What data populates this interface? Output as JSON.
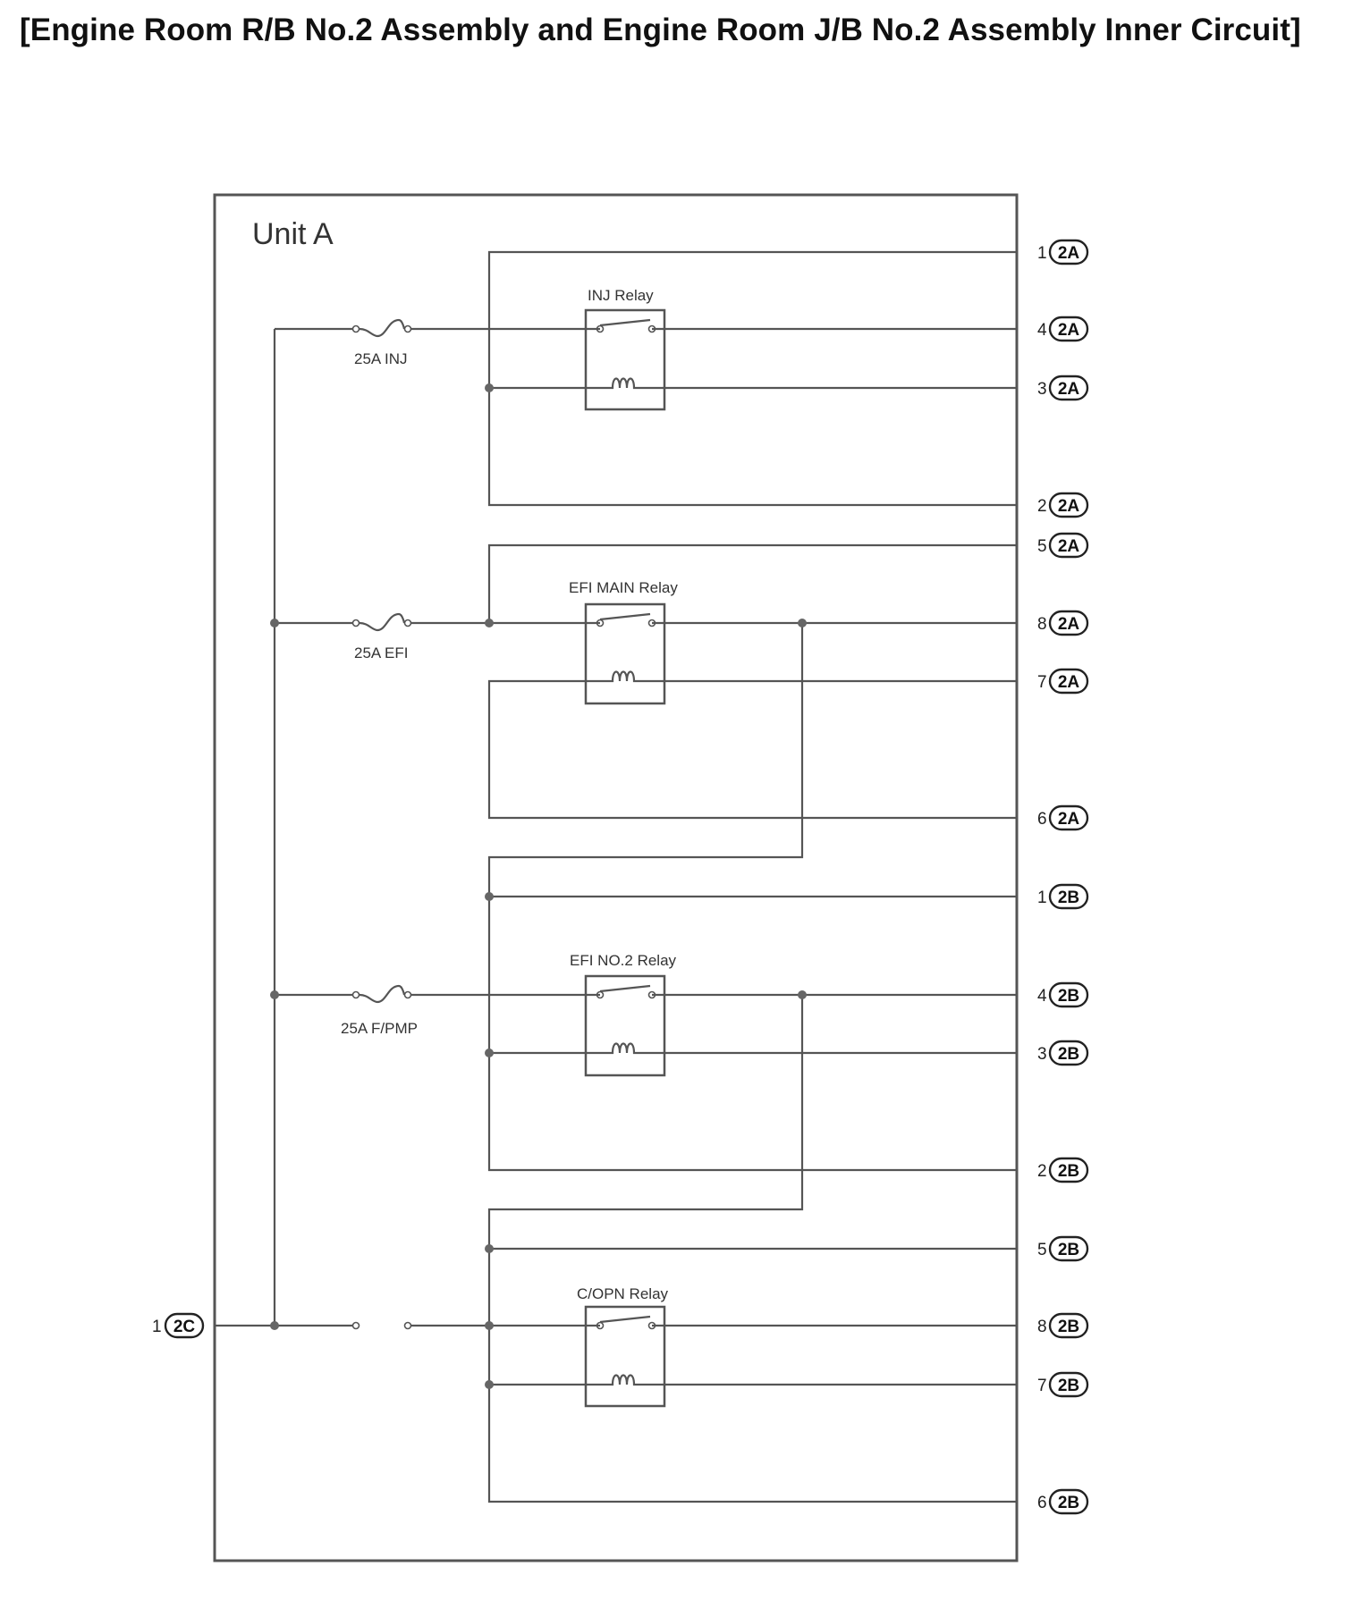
{
  "title": "[Engine Room R/B No.2 Assembly and Engine Room J/B No.2 Assembly Inner Circuit]",
  "unit_label": "Unit A",
  "relays": [
    {
      "name": "INJ Relay"
    },
    {
      "name": "EFI MAIN Relay"
    },
    {
      "name": "EFI NO.2 Relay"
    },
    {
      "name": "C/OPN Relay"
    }
  ],
  "fuses": [
    {
      "label": "25A INJ"
    },
    {
      "label": "25A EFI"
    },
    {
      "label": "25A F/PMP"
    }
  ],
  "left_terminal": {
    "pin": "1",
    "connector": "2C"
  },
  "right_terminals": [
    {
      "pin": "1",
      "connector": "2A"
    },
    {
      "pin": "4",
      "connector": "2A"
    },
    {
      "pin": "3",
      "connector": "2A"
    },
    {
      "pin": "2",
      "connector": "2A"
    },
    {
      "pin": "5",
      "connector": "2A"
    },
    {
      "pin": "8",
      "connector": "2A"
    },
    {
      "pin": "7",
      "connector": "2A"
    },
    {
      "pin": "6",
      "connector": "2A"
    },
    {
      "pin": "1",
      "connector": "2B"
    },
    {
      "pin": "4",
      "connector": "2B"
    },
    {
      "pin": "3",
      "connector": "2B"
    },
    {
      "pin": "2",
      "connector": "2B"
    },
    {
      "pin": "5",
      "connector": "2B"
    },
    {
      "pin": "8",
      "connector": "2B"
    },
    {
      "pin": "7",
      "connector": "2B"
    },
    {
      "pin": "6",
      "connector": "2B"
    }
  ]
}
